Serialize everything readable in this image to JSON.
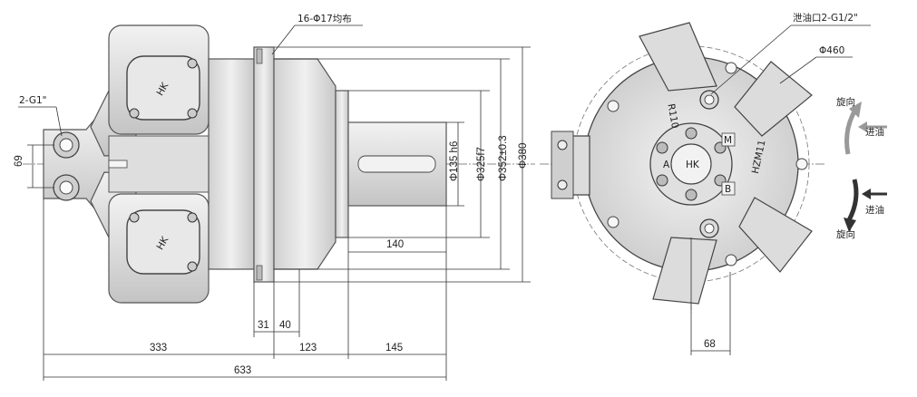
{
  "labels": {
    "bolt_holes": "16-Φ17均布",
    "port_side": "2-G1\"",
    "drain_port": "泄油口2-G1/2\"",
    "dia_460": "Φ460",
    "rot_cw": "旋向",
    "oil_in_cw": "进油",
    "oil_in_ccw": "进油",
    "rot_ccw": "旋向",
    "radius": "R110",
    "model": "HZM11",
    "mark_b": "B",
    "mark_m": "M",
    "mark_a": "A",
    "logo": "HK"
  },
  "dimensions": {
    "d69": "69",
    "d_shaft": "Φ135 h6",
    "d_pilot": "Φ325f7",
    "d_352": "Φ352±0.3",
    "d_380": "Φ380",
    "l140": "140",
    "l31": "31",
    "l40": "40",
    "l333": "333",
    "l123": "123",
    "l145": "145",
    "l633": "633",
    "l68": "68"
  },
  "colors": {
    "body_light": "#e9e9e9",
    "body_mid": "#d6d6d6",
    "body_dark": "#b9b9b9",
    "line": "#333333"
  }
}
